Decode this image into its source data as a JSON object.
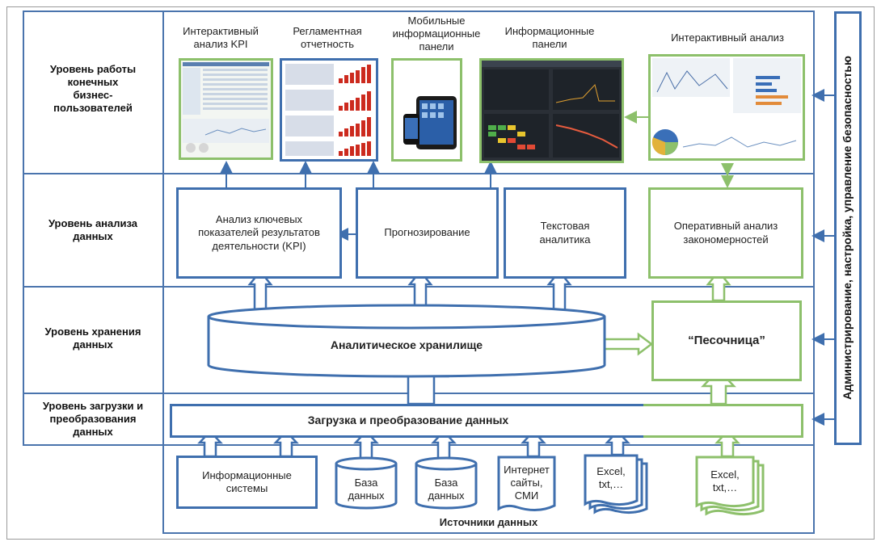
{
  "levels": {
    "business": "Уровень работы\nконечных\nбизнес-\nпользователей",
    "analysis": "Уровень анализа\nданных",
    "storage": "Уровень хранения\nданных",
    "load": "Уровень загрузки и\nпреобразования\nданных"
  },
  "security_bar": "Администрирование, настройка, управление безопасностью",
  "outputs": {
    "kpi": "Интерактивный\nанализ KPI",
    "reports": "Регламентная\nотчетность",
    "mobile": "Мобильные\nинформационные\nпанели",
    "dashboards": "Информационные\nпанели",
    "interactive": "Интерактивный анализ"
  },
  "analysis_blocks": {
    "kpi": "Анализ ключевых\nпоказателей результатов\nдеятельности (KPI)",
    "forecast": "Прогнозирование",
    "text": "Текстовая\nаналитика",
    "pattern": "Оперативный анализ\nзакономерностей"
  },
  "storage": {
    "warehouse": "Аналитическое хранилище",
    "sandbox": "“Песочница”"
  },
  "load_block": "Загрузка и преобразование данных",
  "sources": {
    "title": "Источники данных",
    "info_systems": "Информационные\nсистемы",
    "db1": "База\nданных",
    "db2": "База\nданных",
    "internet": "Интернет\nсайты,\nСМИ",
    "excel1": "Excel,\ntxt,…",
    "excel2": "Excel,\ntxt,…"
  },
  "colors": {
    "blue": "#3f6fae",
    "green": "#8dc06b",
    "grid": "#4a74ad"
  }
}
